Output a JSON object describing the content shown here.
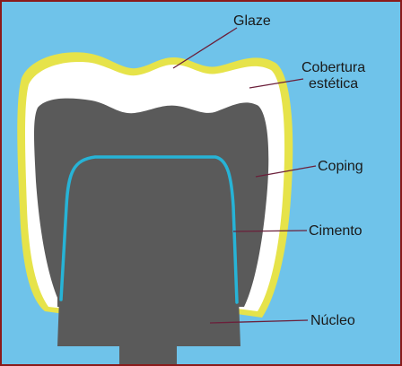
{
  "colors": {
    "background": "#6fc3ea",
    "border": "#8b1a1a",
    "glaze": "#e6e34a",
    "aesthetic_cover": "#ffffff",
    "coping": "#5a5a5a",
    "cement": "#27b3d6",
    "core": "#5a5a5a",
    "leader_line": "#6b1f3a"
  },
  "labels": {
    "glaze": "Glaze",
    "cobertura_line1": "Cobertura",
    "cobertura_line2": "estética",
    "coping": "Coping",
    "cimento": "Cimento",
    "nucleo": "Núcleo"
  }
}
